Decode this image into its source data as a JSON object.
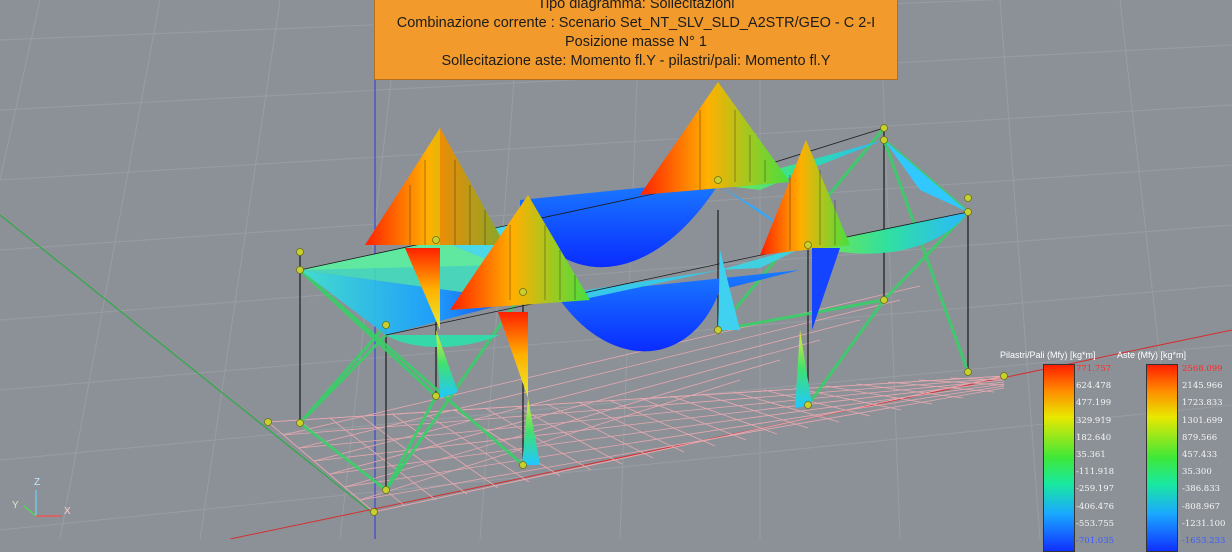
{
  "info_box": {
    "line1": "Tipo diagramma: Sollecitazioni",
    "line2": "Combinazione corrente : Scenario Set_NT_SLV_SLD_A2STR/GEO - C 2-I",
    "line3": "Posizione masse N° 1",
    "line4": "Sollecitazione aste: Momento fl.Y - pilastri/pali: Momento fl.Y"
  },
  "legend_pilastri": {
    "title": "Pilastri/Pali (Mfy) [kg*m]",
    "values": [
      "771.757",
      "624.478",
      "477.199",
      "329.919",
      "182.640",
      "35.361",
      "-111.918",
      "-259.197",
      "-406.476",
      "-553.755",
      "-701.035"
    ]
  },
  "legend_aste": {
    "title": "Aste (Mfy) [kg*m]",
    "values": [
      "2568.099",
      "2145.966",
      "1723.833",
      "1301.699",
      "879.566",
      "457.433",
      "35.300",
      "-386.833",
      "-808.967",
      "-1231.100",
      "-1653.233"
    ]
  },
  "axes": {
    "z": "Z",
    "y": "Y",
    "x": "X"
  },
  "colors": {
    "background": "#8c9197",
    "info_box": "#f29a2c",
    "max_value": "#ff2a2a",
    "min_value": "#3b5bff"
  }
}
